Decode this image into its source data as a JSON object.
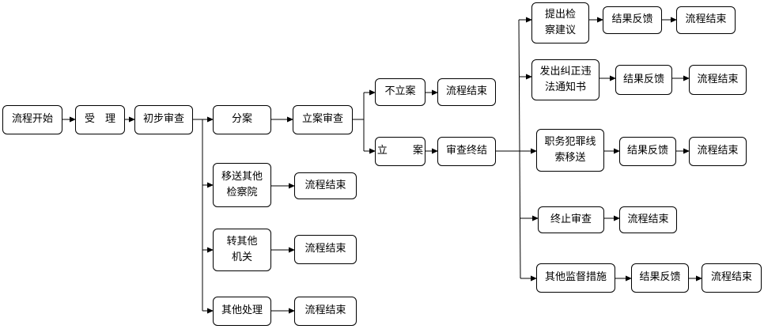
{
  "diagram": {
    "nodes": {
      "start": "流程开始",
      "accept": "受　理",
      "initial_review": "初步审查",
      "assign": "分案",
      "transfer_other_procuratorate": "移送其他\n检察院",
      "transfer_other_organ": "转其他\n机关",
      "other_handling": "其他处理",
      "end_transfer_procuratorate": "流程结束",
      "end_transfer_organ": "流程结束",
      "end_other_handling": "流程结束",
      "filing_review": "立案审查",
      "not_filed": "不立案",
      "end_not_filed": "流程结束",
      "filed": "立 案",
      "review_conclusion": "审查终结",
      "propose_procuratorial_advice": "提出检\n察建议",
      "feedback_advice": "结果反馈",
      "end_advice": "流程结束",
      "issue_correction_notice": "发出纠正违\n法通知书",
      "feedback_correction": "结果反馈",
      "end_correction": "流程结束",
      "transfer_crime_clues": "职务犯罪线\n索移送",
      "feedback_clues": "结果反馈",
      "end_clues": "流程结束",
      "terminate_review": "终止审查",
      "end_terminate": "流程结束",
      "other_supervision": "其他监督措施",
      "feedback_other_supervision": "结果反馈",
      "end_other_supervision": "流程结束"
    }
  }
}
